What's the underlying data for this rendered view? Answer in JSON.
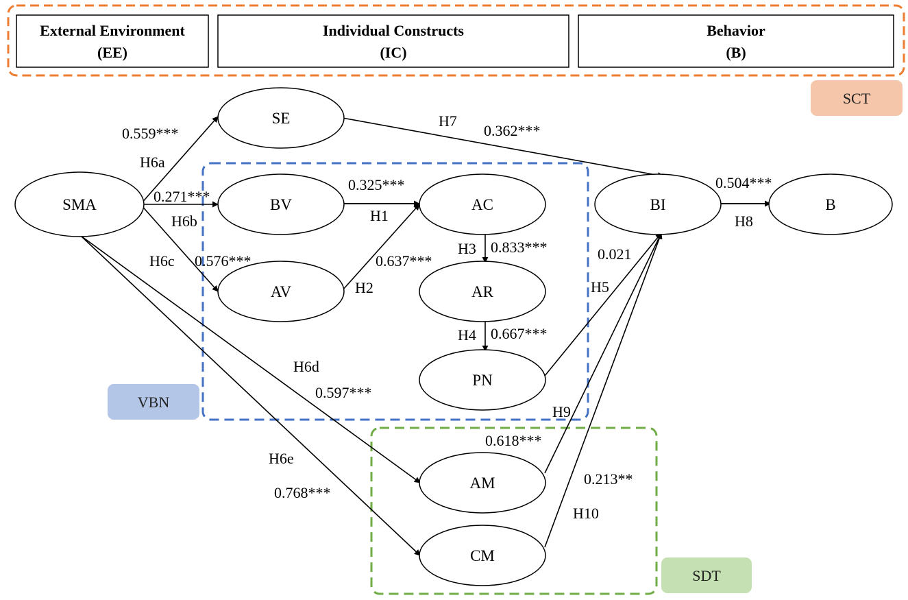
{
  "header": {
    "boxes": [
      {
        "line1": "External Environment",
        "line2": "(EE)"
      },
      {
        "line1": "Individual Constructs",
        "line2": "(IC)"
      },
      {
        "line1": "Behavior",
        "line2": "(B)"
      }
    ]
  },
  "frameworks": {
    "sct": {
      "label": "SCT",
      "color": "#f5c6aa",
      "border": "#ee7d31"
    },
    "vbn": {
      "label": "VBN",
      "color": "#b4c6e7",
      "border": "#4472c4"
    },
    "sdt": {
      "label": "SDT",
      "color": "#c5e0b3",
      "border": "#70ad47"
    }
  },
  "nodes": {
    "SMA": "SMA",
    "SE": "SE",
    "BV": "BV",
    "AV": "AV",
    "AC": "AC",
    "AR": "AR",
    "PN": "PN",
    "AM": "AM",
    "CM": "CM",
    "BI": "BI",
    "B": "B"
  },
  "edges": [
    {
      "from": "SMA",
      "to": "SE",
      "hypothesis": "H6a",
      "coefficient": "0.559***"
    },
    {
      "from": "SMA",
      "to": "BV",
      "hypothesis": "H6b",
      "coefficient": "0.271***"
    },
    {
      "from": "SMA",
      "to": "AV",
      "hypothesis": "H6c",
      "coefficient": "0.576***"
    },
    {
      "from": "SMA",
      "to": "AM",
      "hypothesis": "H6d",
      "coefficient": "0.597***"
    },
    {
      "from": "SMA",
      "to": "CM",
      "hypothesis": "H6e",
      "coefficient": "0.768***"
    },
    {
      "from": "SE",
      "to": "BI",
      "hypothesis": "H7",
      "coefficient": "0.362***"
    },
    {
      "from": "BV",
      "to": "AC",
      "hypothesis": "H1",
      "coefficient": "0.325***"
    },
    {
      "from": "AV",
      "to": "AC",
      "hypothesis": "H2",
      "coefficient": "0.637***"
    },
    {
      "from": "AC",
      "to": "AR",
      "hypothesis": "H3",
      "coefficient": "0.833***"
    },
    {
      "from": "AR",
      "to": "PN",
      "hypothesis": "H4",
      "coefficient": "0.667***"
    },
    {
      "from": "PN",
      "to": "BI",
      "hypothesis": "H5",
      "coefficient": "0.021"
    },
    {
      "from": "AM",
      "to": "BI",
      "hypothesis": "H9",
      "coefficient": "0.618***"
    },
    {
      "from": "CM",
      "to": "BI",
      "hypothesis": "H10",
      "coefficient": "0.213**"
    },
    {
      "from": "BI",
      "to": "B",
      "hypothesis": "H8",
      "coefficient": "0.504***"
    }
  ]
}
